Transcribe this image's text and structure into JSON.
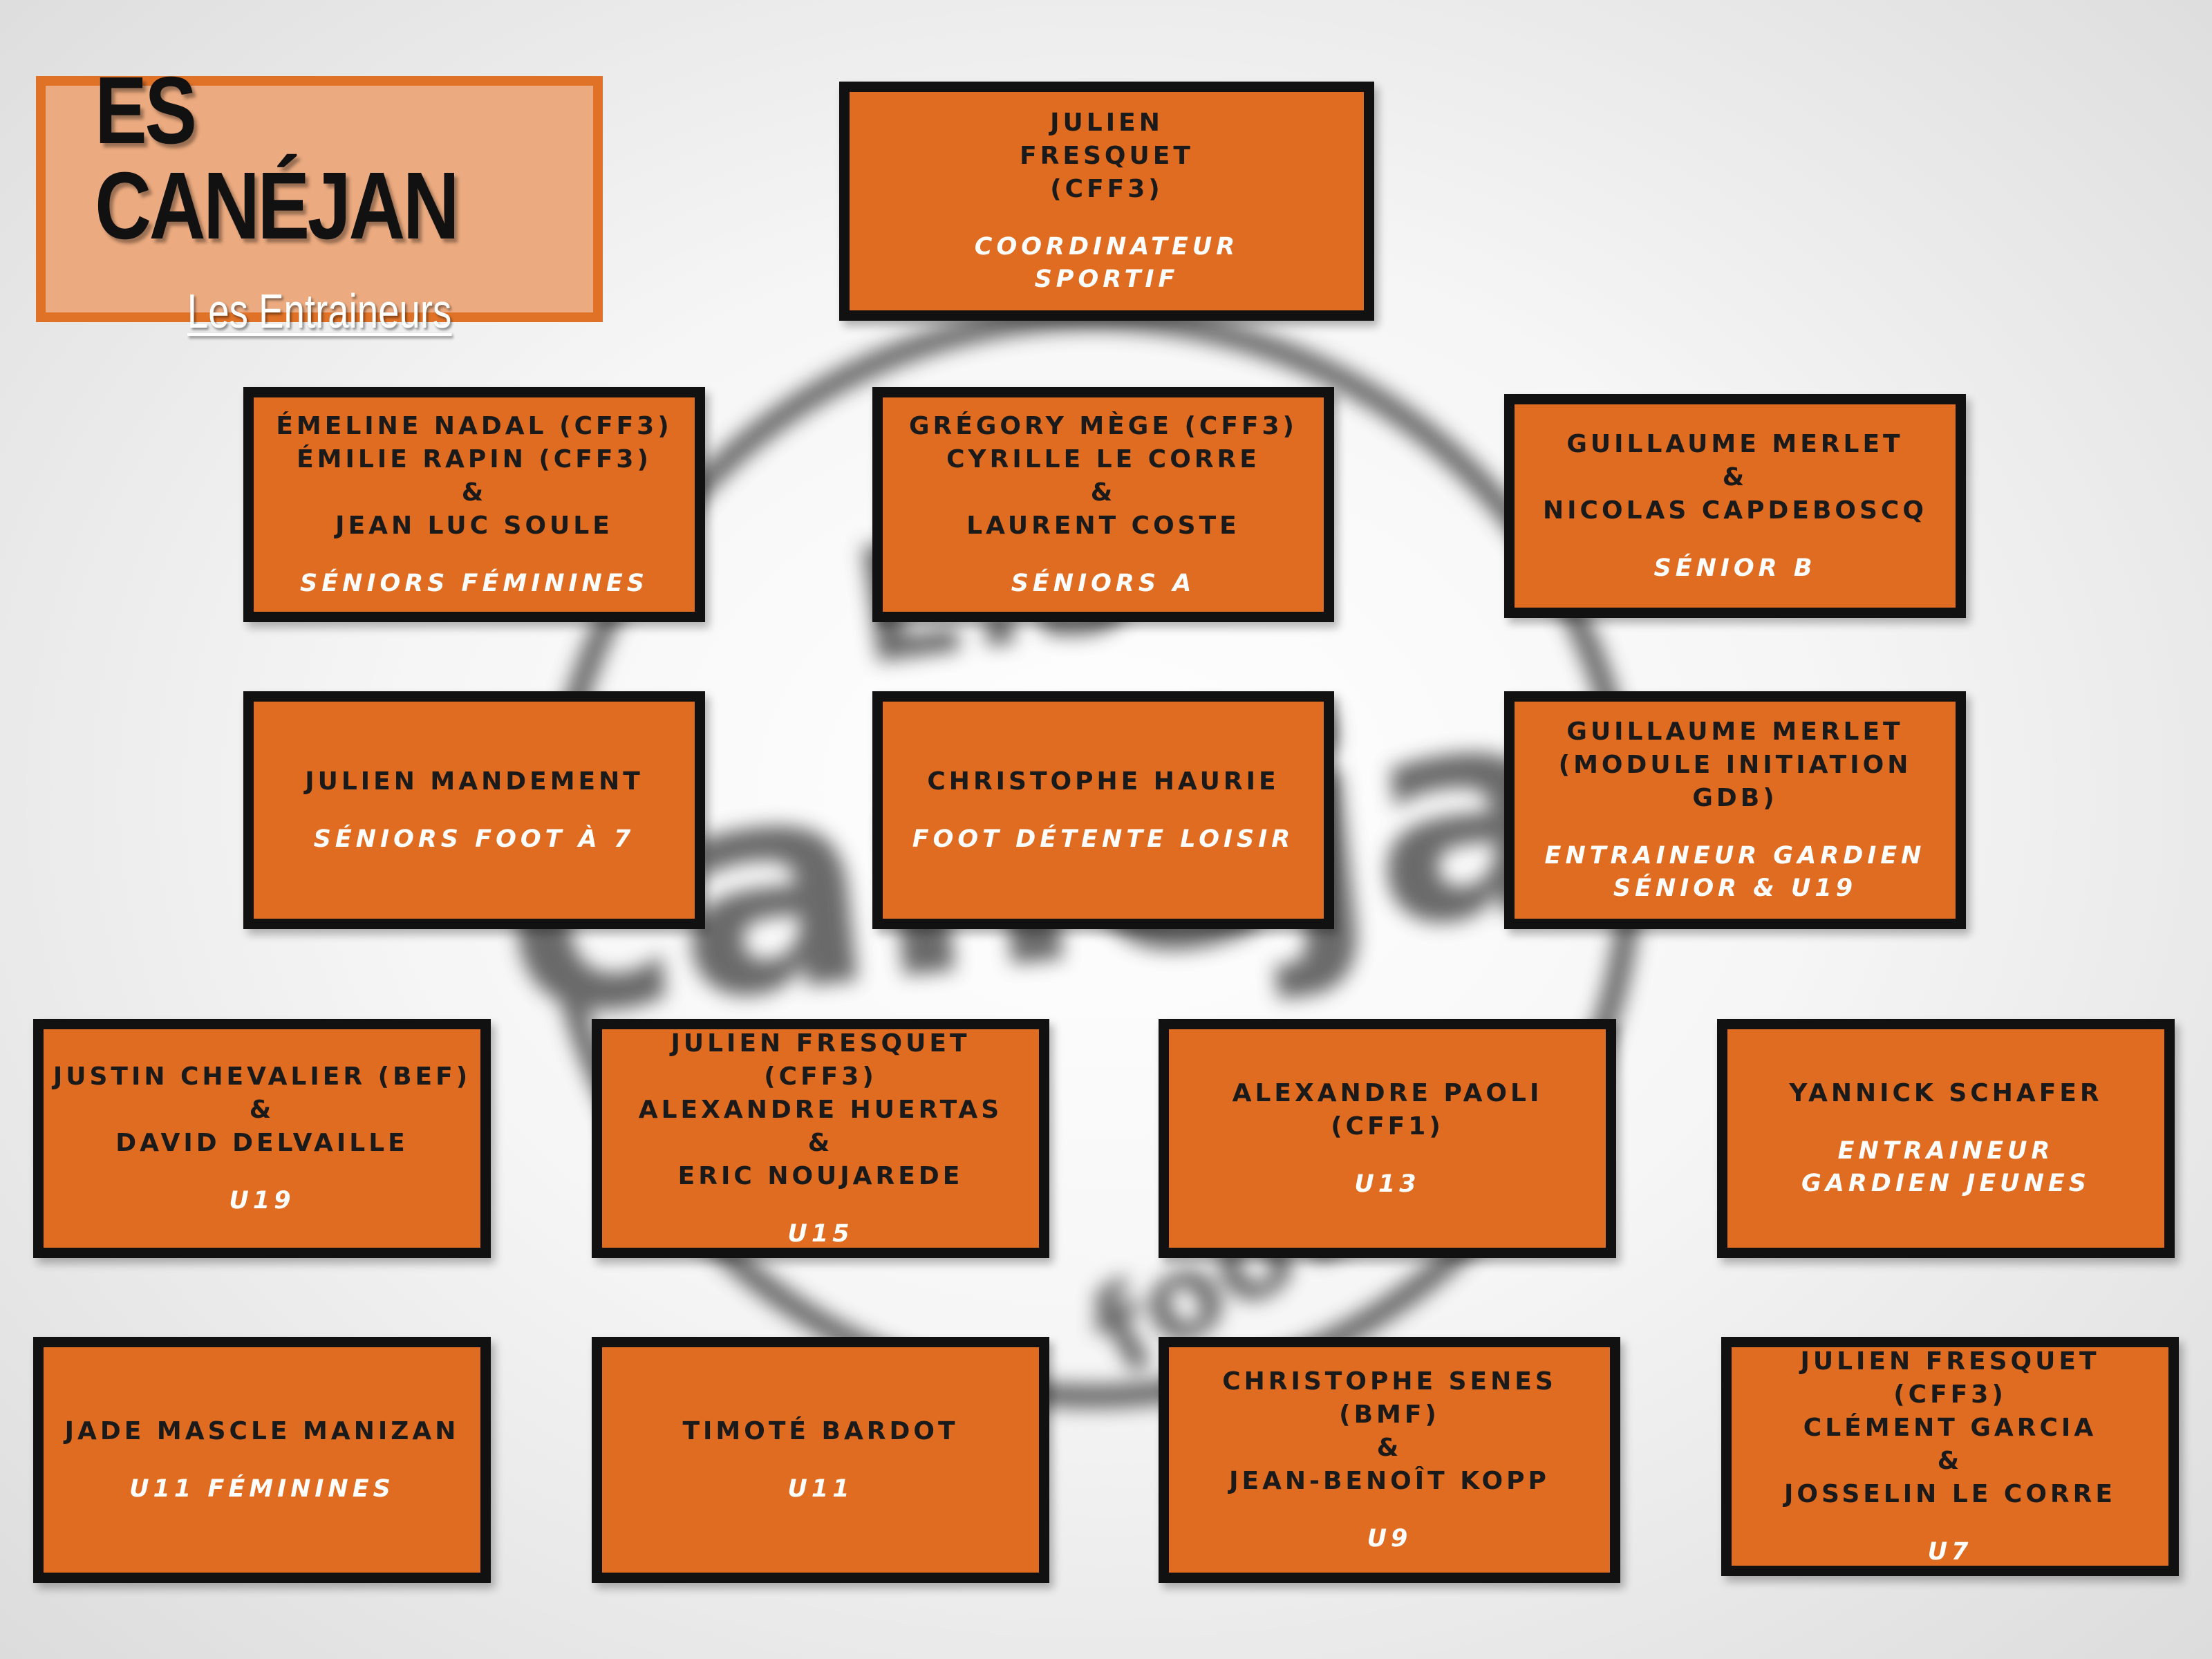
{
  "header": {
    "title": "ES CANÉJAN",
    "subtitle": "Les Entraineurs"
  },
  "watermark": {
    "line1": "E.S",
    "line2": "canéjan",
    "line3": "football"
  },
  "colors": {
    "box_fill": "#e06c21",
    "box_border": "#111111",
    "title_outer": "#e07227",
    "title_inner": "#ebaa7f"
  },
  "teams": [
    {
      "id": "coordinateur",
      "names": [
        "JULIEN",
        "FRESQUET",
        "(CFF3)"
      ],
      "role": [
        "COORDINATEUR",
        "SPORTIF"
      ]
    },
    {
      "id": "seniors-feminines",
      "names": [
        "ÉMELINE NADAL (CFF3)",
        "ÉMILIE RAPIN (CFF3)",
        "&",
        "JEAN LUC SOULE"
      ],
      "role": [
        "SÉNIORS FÉMININES"
      ]
    },
    {
      "id": "seniors-a",
      "names": [
        "GRÉGORY MÈGE (CFF3)",
        "CYRILLE LE CORRE",
        "&",
        "LAURENT COSTE"
      ],
      "role": [
        "SÉNIORS A"
      ]
    },
    {
      "id": "senior-b",
      "names": [
        "GUILLAUME MERLET",
        "&",
        "NICOLAS CAPDEBOSCQ"
      ],
      "role": [
        "SÉNIOR B"
      ]
    },
    {
      "id": "seniors-foot-7",
      "names": [
        "JULIEN MANDEMENT"
      ],
      "role": [
        "SÉNIORS FOOT À 7"
      ]
    },
    {
      "id": "foot-detente",
      "names": [
        "CHRISTOPHE HAURIE"
      ],
      "role": [
        "FOOT DÉTENTE LOISIR"
      ]
    },
    {
      "id": "gardien-senior",
      "names": [
        "GUILLAUME MERLET",
        "(MODULE INITIATION GDB)"
      ],
      "role": [
        "ENTRAINEUR GARDIEN",
        "SÉNIOR & U19"
      ]
    },
    {
      "id": "u19",
      "names": [
        "JUSTIN CHEVALIER (BEF)",
        "&",
        "DAVID DELVAILLE"
      ],
      "role": [
        "U19"
      ]
    },
    {
      "id": "u15",
      "names": [
        "JULIEN FRESQUET (CFF3)",
        "ALEXANDRE HUERTAS",
        "&",
        "ERIC NOUJAREDE"
      ],
      "role": [
        "U15"
      ]
    },
    {
      "id": "u13",
      "names": [
        "ALEXANDRE PAOLI",
        "(CFF1)"
      ],
      "role": [
        "U13"
      ]
    },
    {
      "id": "gardien-jeunes",
      "names": [
        "YANNICK SCHAFER"
      ],
      "role": [
        "ENTRAINEUR",
        "GARDIEN JEUNES"
      ]
    },
    {
      "id": "u11-feminines",
      "names": [
        "JADE MASCLE MANIZAN"
      ],
      "role": [
        "U11 FÉMININES"
      ]
    },
    {
      "id": "u11",
      "names": [
        "TIMOTÉ BARDOT"
      ],
      "role": [
        "U11"
      ]
    },
    {
      "id": "u9",
      "names": [
        "CHRISTOPHE SENES (BMF)",
        "&",
        "JEAN-BENOÎT KOPP"
      ],
      "role": [
        "U9"
      ]
    },
    {
      "id": "u7",
      "names": [
        "JULIEN FRESQUET (CFF3)",
        "CLÉMENT GARCIA",
        "&",
        "JOSSELIN LE CORRE"
      ],
      "role": [
        "U7"
      ]
    }
  ]
}
